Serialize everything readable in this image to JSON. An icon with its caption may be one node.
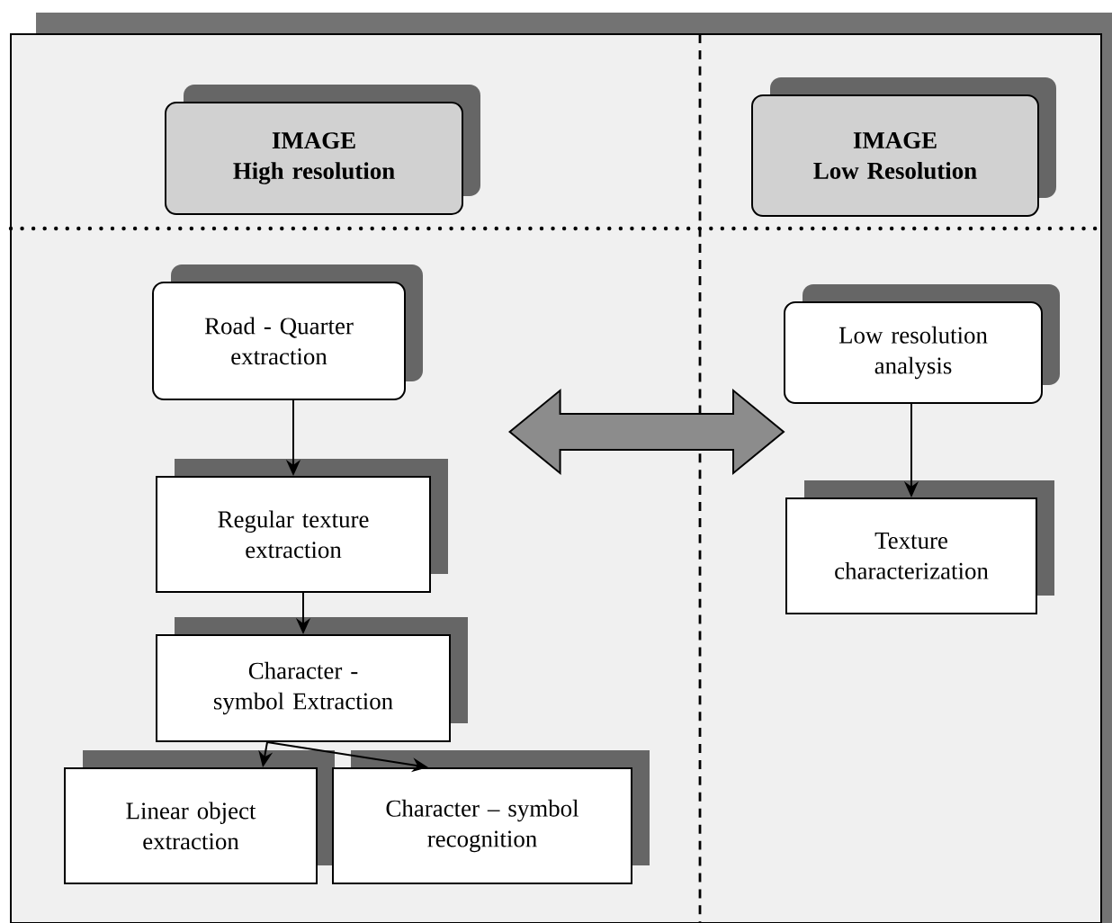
{
  "diagram": {
    "nodes": [
      {
        "text": [
          "IMAGE",
          "High resolution"
        ]
      },
      {
        "text": [
          "IMAGE",
          "Low Resolution"
        ]
      },
      {
        "text": [
          "Road - Quarter extraction"
        ]
      },
      {
        "text": [
          "Low resolution analysis"
        ]
      },
      {
        "text": [
          "Regular texture extraction"
        ]
      },
      {
        "text": [
          "Texture characterization"
        ]
      },
      {
        "text": [
          "Character - symbol Extraction"
        ]
      },
      {
        "text": [
          "Linear object extraction"
        ]
      },
      {
        "text": [
          "Character – symbol recognition"
        ]
      }
    ],
    "edges": [
      {
        "from": 2,
        "to": 4,
        "arrow": "to"
      },
      {
        "from": 4,
        "to": 6,
        "arrow": "to"
      },
      {
        "from": 6,
        "to": 7,
        "arrow": "to"
      },
      {
        "from": 6,
        "to": 8,
        "arrow": "to"
      },
      {
        "from": 3,
        "to": 5,
        "arrow": "to"
      },
      {
        "from": 2,
        "to": 3,
        "arrow": "both",
        "style": "thick"
      }
    ]
  }
}
